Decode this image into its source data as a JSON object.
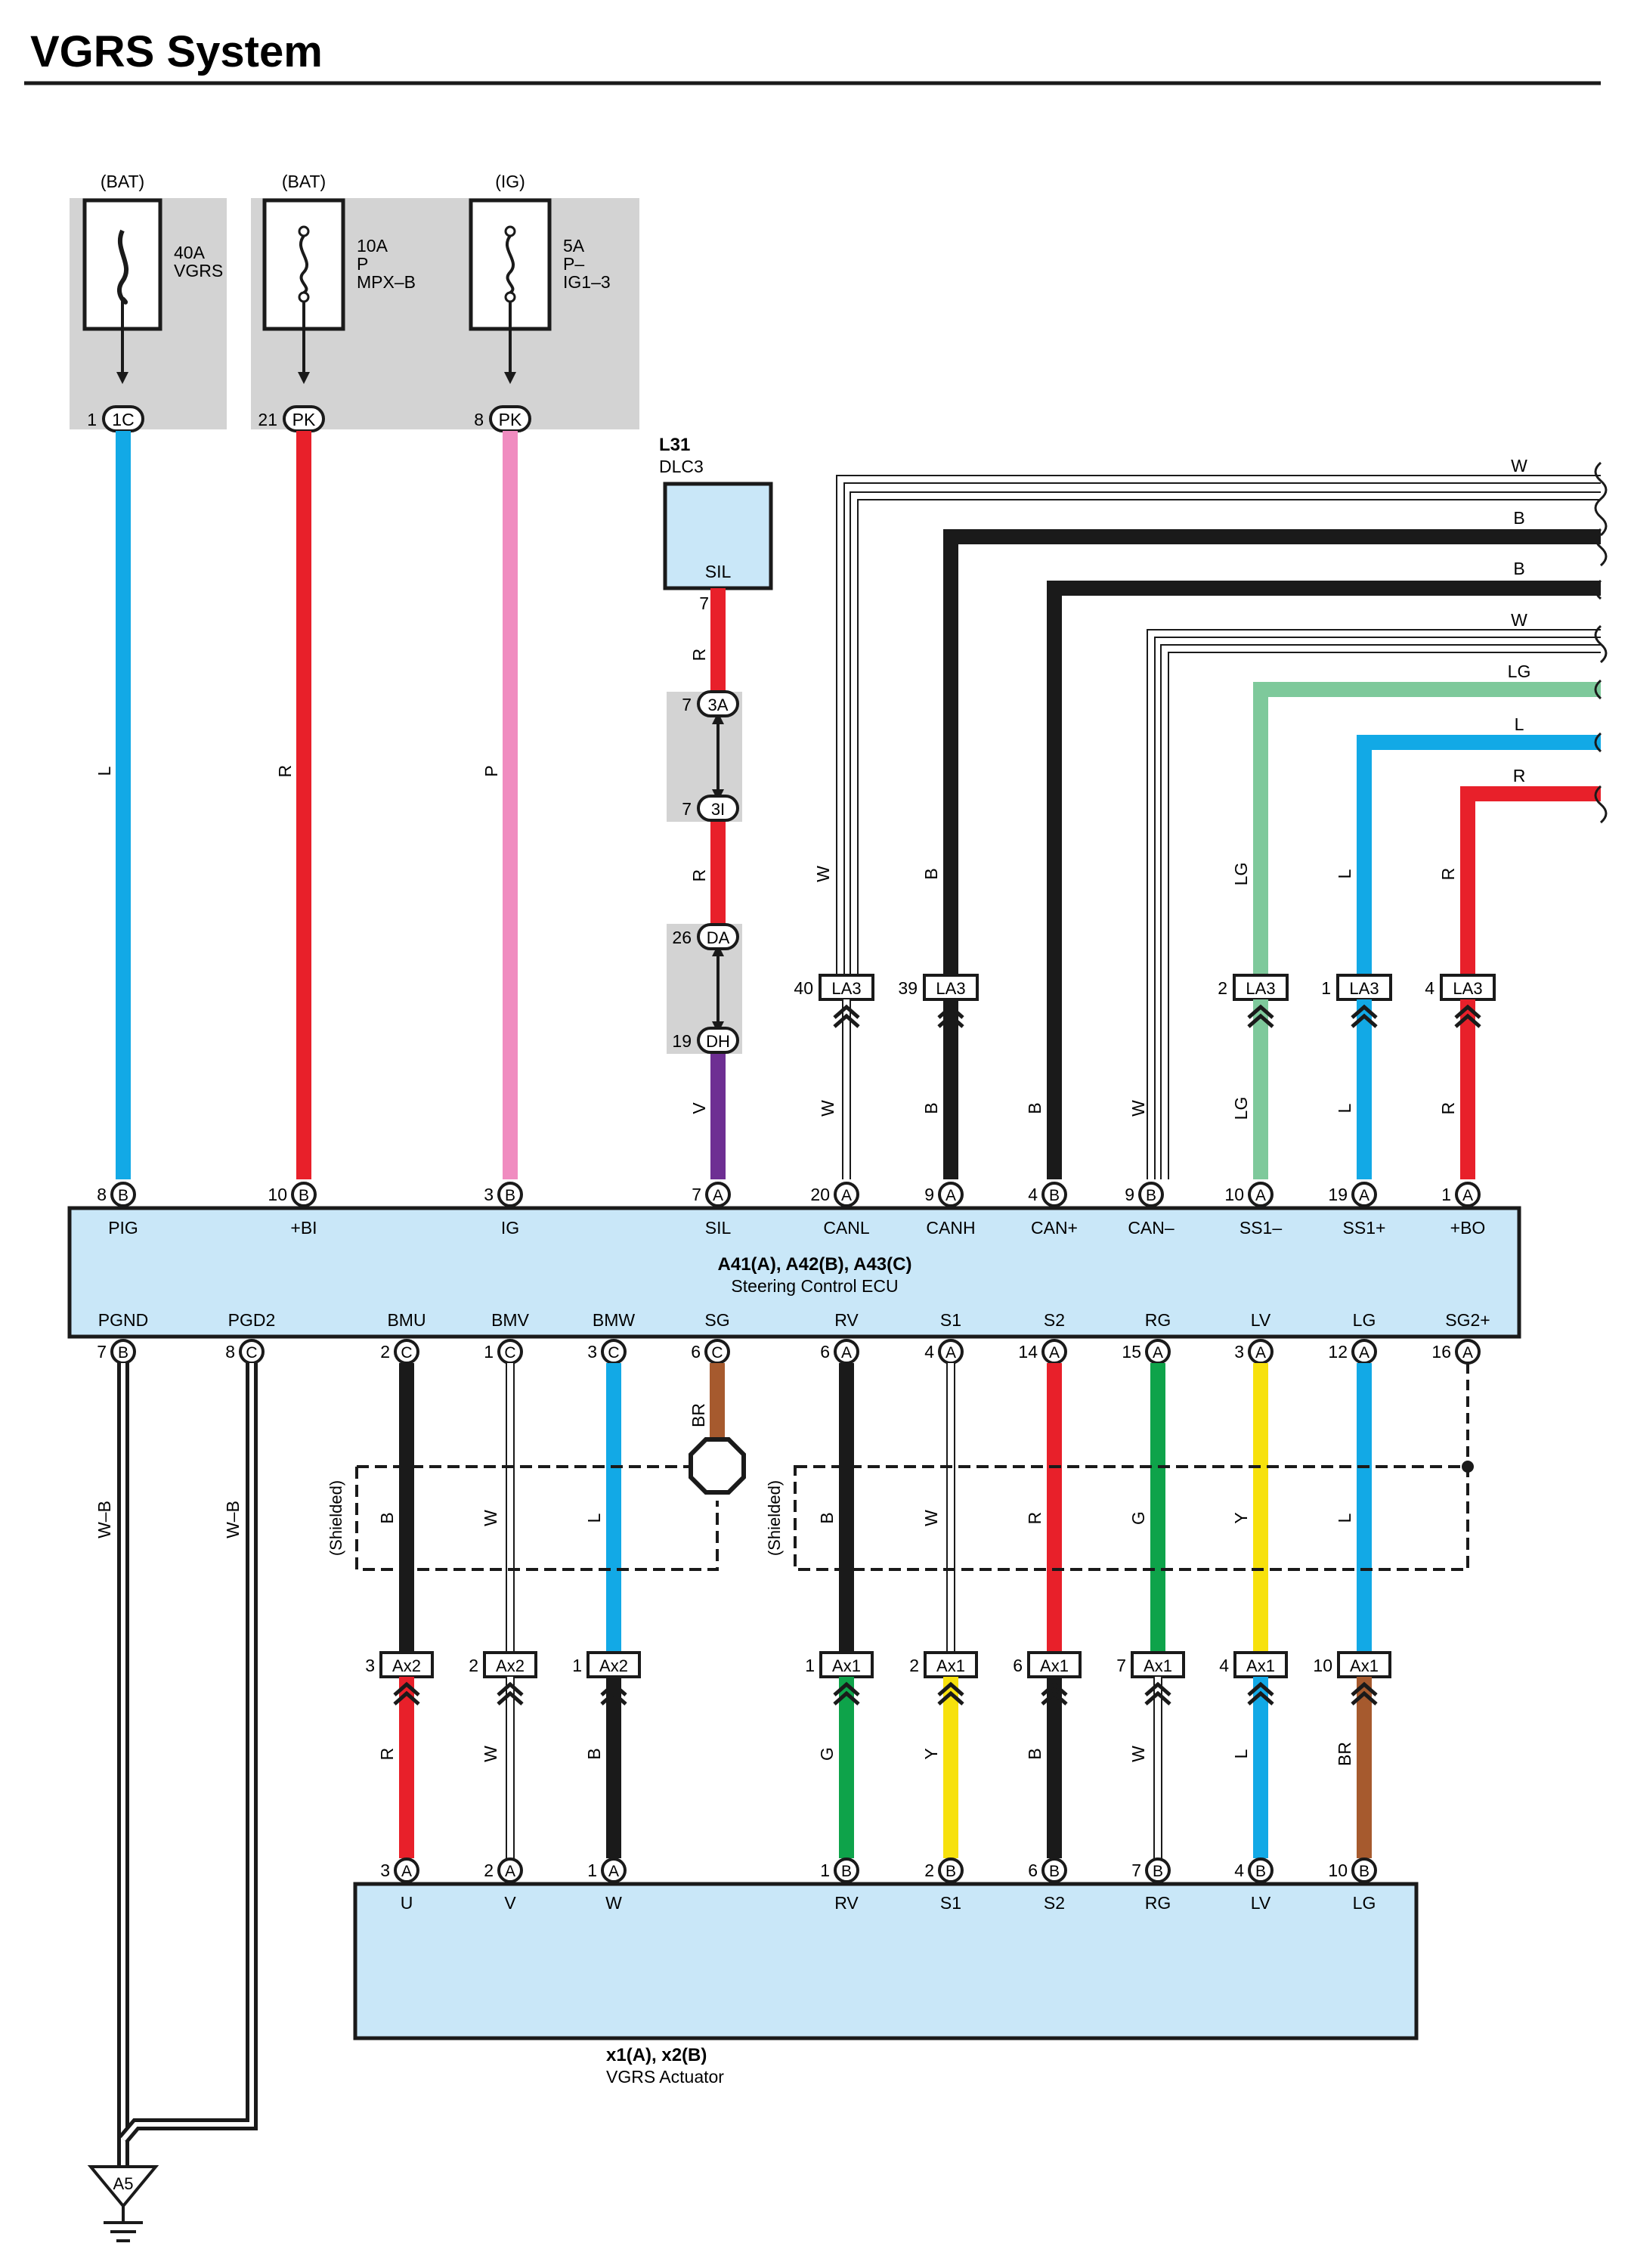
{
  "title": "VGRS System",
  "fuses": [
    {
      "supply": "(BAT)",
      "rating": "40A",
      "name1": "VGRS",
      "name2": "",
      "pin": "1",
      "conn": "1C"
    },
    {
      "supply": "(BAT)",
      "rating": "10A",
      "name1": "P",
      "name2": "MPX–B",
      "pin": "21",
      "conn": "PK"
    },
    {
      "supply": "(IG)",
      "rating": "5A",
      "name1": "P–",
      "name2": "IG1–3",
      "pin": "8",
      "conn": "PK"
    }
  ],
  "dlc": {
    "code": "L31",
    "name": "DLC3",
    "terminal": "SIL",
    "pin": "7"
  },
  "junctions": [
    {
      "pin": "7",
      "conn": "3A"
    },
    {
      "pin": "7",
      "conn": "3I"
    },
    {
      "pin": "26",
      "conn": "DA"
    },
    {
      "pin": "19",
      "conn": "DH"
    }
  ],
  "ecu": {
    "name1": "A41(A), A42(B), A43(C)",
    "name2": "Steering Control ECU",
    "top_pins": [
      {
        "pin": "8",
        "conn": "B",
        "label": "PIG"
      },
      {
        "pin": "10",
        "conn": "B",
        "label": "+BI"
      },
      {
        "pin": "3",
        "conn": "B",
        "label": "IG"
      },
      {
        "pin": "7",
        "conn": "A",
        "label": "SIL"
      },
      {
        "pin": "20",
        "conn": "A",
        "label": "CANL"
      },
      {
        "pin": "9",
        "conn": "A",
        "label": "CANH"
      },
      {
        "pin": "4",
        "conn": "B",
        "label": "CAN+"
      },
      {
        "pin": "9",
        "conn": "B",
        "label": "CAN–"
      },
      {
        "pin": "10",
        "conn": "A",
        "label": "SS1–"
      },
      {
        "pin": "19",
        "conn": "A",
        "label": "SS1+"
      },
      {
        "pin": "1",
        "conn": "A",
        "label": "+BO"
      }
    ],
    "bottom_pins": [
      {
        "pin": "7",
        "conn": "B",
        "label": "PGND"
      },
      {
        "pin": "8",
        "conn": "C",
        "label": "PGD2"
      },
      {
        "pin": "2",
        "conn": "C",
        "label": "BMU"
      },
      {
        "pin": "1",
        "conn": "C",
        "label": "BMV"
      },
      {
        "pin": "3",
        "conn": "C",
        "label": "BMW"
      },
      {
        "pin": "6",
        "conn": "C",
        "label": "SG"
      },
      {
        "pin": "6",
        "conn": "A",
        "label": "RV"
      },
      {
        "pin": "4",
        "conn": "A",
        "label": "S1"
      },
      {
        "pin": "14",
        "conn": "A",
        "label": "S2"
      },
      {
        "pin": "15",
        "conn": "A",
        "label": "RG"
      },
      {
        "pin": "3",
        "conn": "A",
        "label": "LV"
      },
      {
        "pin": "12",
        "conn": "A",
        "label": "LG"
      },
      {
        "pin": "16",
        "conn": "A",
        "label": "SG2+"
      }
    ]
  },
  "la3": [
    {
      "pin": "40",
      "label": "LA3"
    },
    {
      "pin": "39",
      "label": "LA3"
    },
    {
      "pin": "2",
      "label": "LA3"
    },
    {
      "pin": "1",
      "label": "LA3"
    },
    {
      "pin": "4",
      "label": "LA3"
    }
  ],
  "ax": [
    {
      "pin": "3",
      "label": "Ax2"
    },
    {
      "pin": "2",
      "label": "Ax2"
    },
    {
      "pin": "1",
      "label": "Ax2"
    },
    {
      "pin": "1",
      "label": "Ax1"
    },
    {
      "pin": "2",
      "label": "Ax1"
    },
    {
      "pin": "6",
      "label": "Ax1"
    },
    {
      "pin": "7",
      "label": "Ax1"
    },
    {
      "pin": "4",
      "label": "Ax1"
    },
    {
      "pin": "10",
      "label": "Ax1"
    }
  ],
  "actuator": {
    "name1": "x1(A), x2(B)",
    "name2": "VGRS Actuator",
    "pins": [
      {
        "pin": "3",
        "conn": "A",
        "label": "U"
      },
      {
        "pin": "2",
        "conn": "A",
        "label": "V"
      },
      {
        "pin": "1",
        "conn": "A",
        "label": "W"
      },
      {
        "pin": "1",
        "conn": "B",
        "label": "RV"
      },
      {
        "pin": "2",
        "conn": "B",
        "label": "S1"
      },
      {
        "pin": "6",
        "conn": "B",
        "label": "S2"
      },
      {
        "pin": "7",
        "conn": "B",
        "label": "RG"
      },
      {
        "pin": "4",
        "conn": "B",
        "label": "LV"
      },
      {
        "pin": "10",
        "conn": "B",
        "label": "LG"
      }
    ]
  },
  "ground": {
    "label": "A5"
  },
  "shielded_label": "(Shielded)",
  "wire_colors": {
    "L": "L",
    "R": "R",
    "P": "P",
    "V": "V",
    "W": "W",
    "B": "B",
    "LG": "LG",
    "BR": "BR",
    "G": "G",
    "Y": "Y",
    "WB": "W–B"
  },
  "palette": {
    "red": "#e8202a",
    "blue": "#12a9e6",
    "pink": "#f08cc0",
    "purple": "#6e2f93",
    "black": "#1a1a1a",
    "lightgreen": "#7ec99b",
    "green": "#0ea34a",
    "yellow": "#f7e10c",
    "brown": "#a65a2e",
    "panel": "#c9e7f8",
    "shade": "#d3d3d3"
  }
}
